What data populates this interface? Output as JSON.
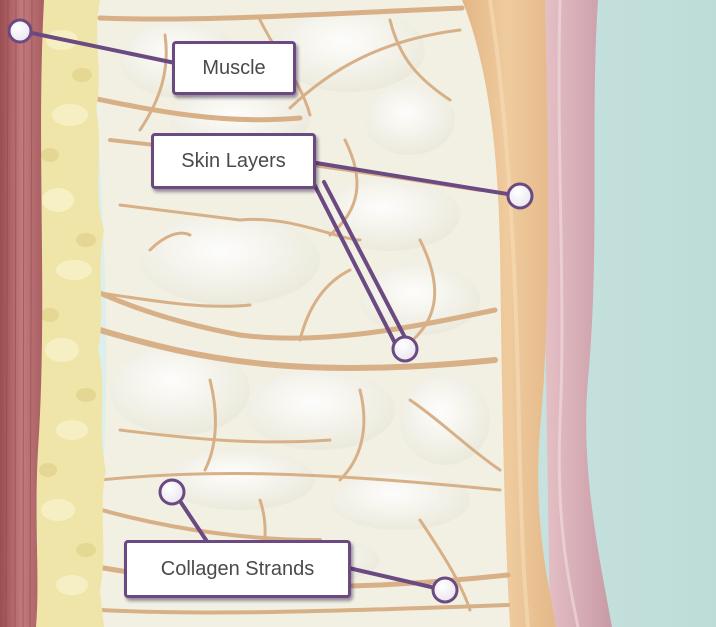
{
  "colors": {
    "muscle": "#b86b6d",
    "fat": "#efe7ad",
    "tissue": "#f3f1e6",
    "strand": "#dcb58c",
    "dermis": "#e9c192",
    "epidermis": "#dcb3ba",
    "background": "#cfe6e3",
    "callout": "#6b4a82"
  },
  "labels": {
    "muscle": "Muscle",
    "skin_layers": "Skin Layers",
    "collagen_strands": "Collagen Strands"
  }
}
